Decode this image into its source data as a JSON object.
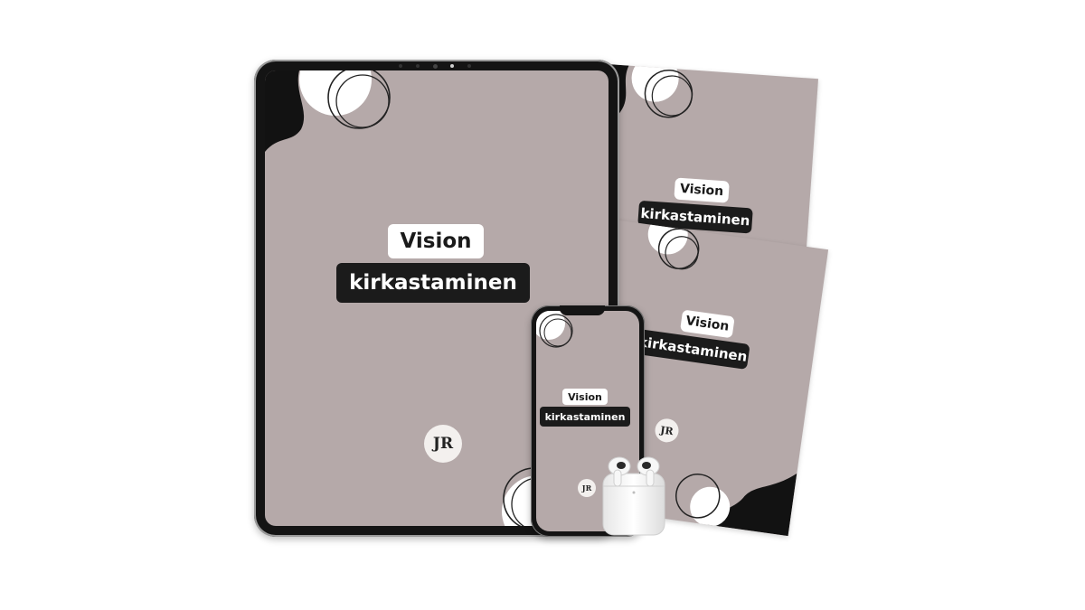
{
  "title_line1": "Vision",
  "title_line2": "kirkastaminen",
  "logo_text": "JR",
  "colors": {
    "screen_bg": "#b5a9a9",
    "device_frame": "#141414",
    "label_dark": "#1b1b1b",
    "label_light": "#ffffff"
  },
  "icons": [
    "jr-monogram-icon",
    "circle-doodle-icon",
    "airpods-icon"
  ]
}
